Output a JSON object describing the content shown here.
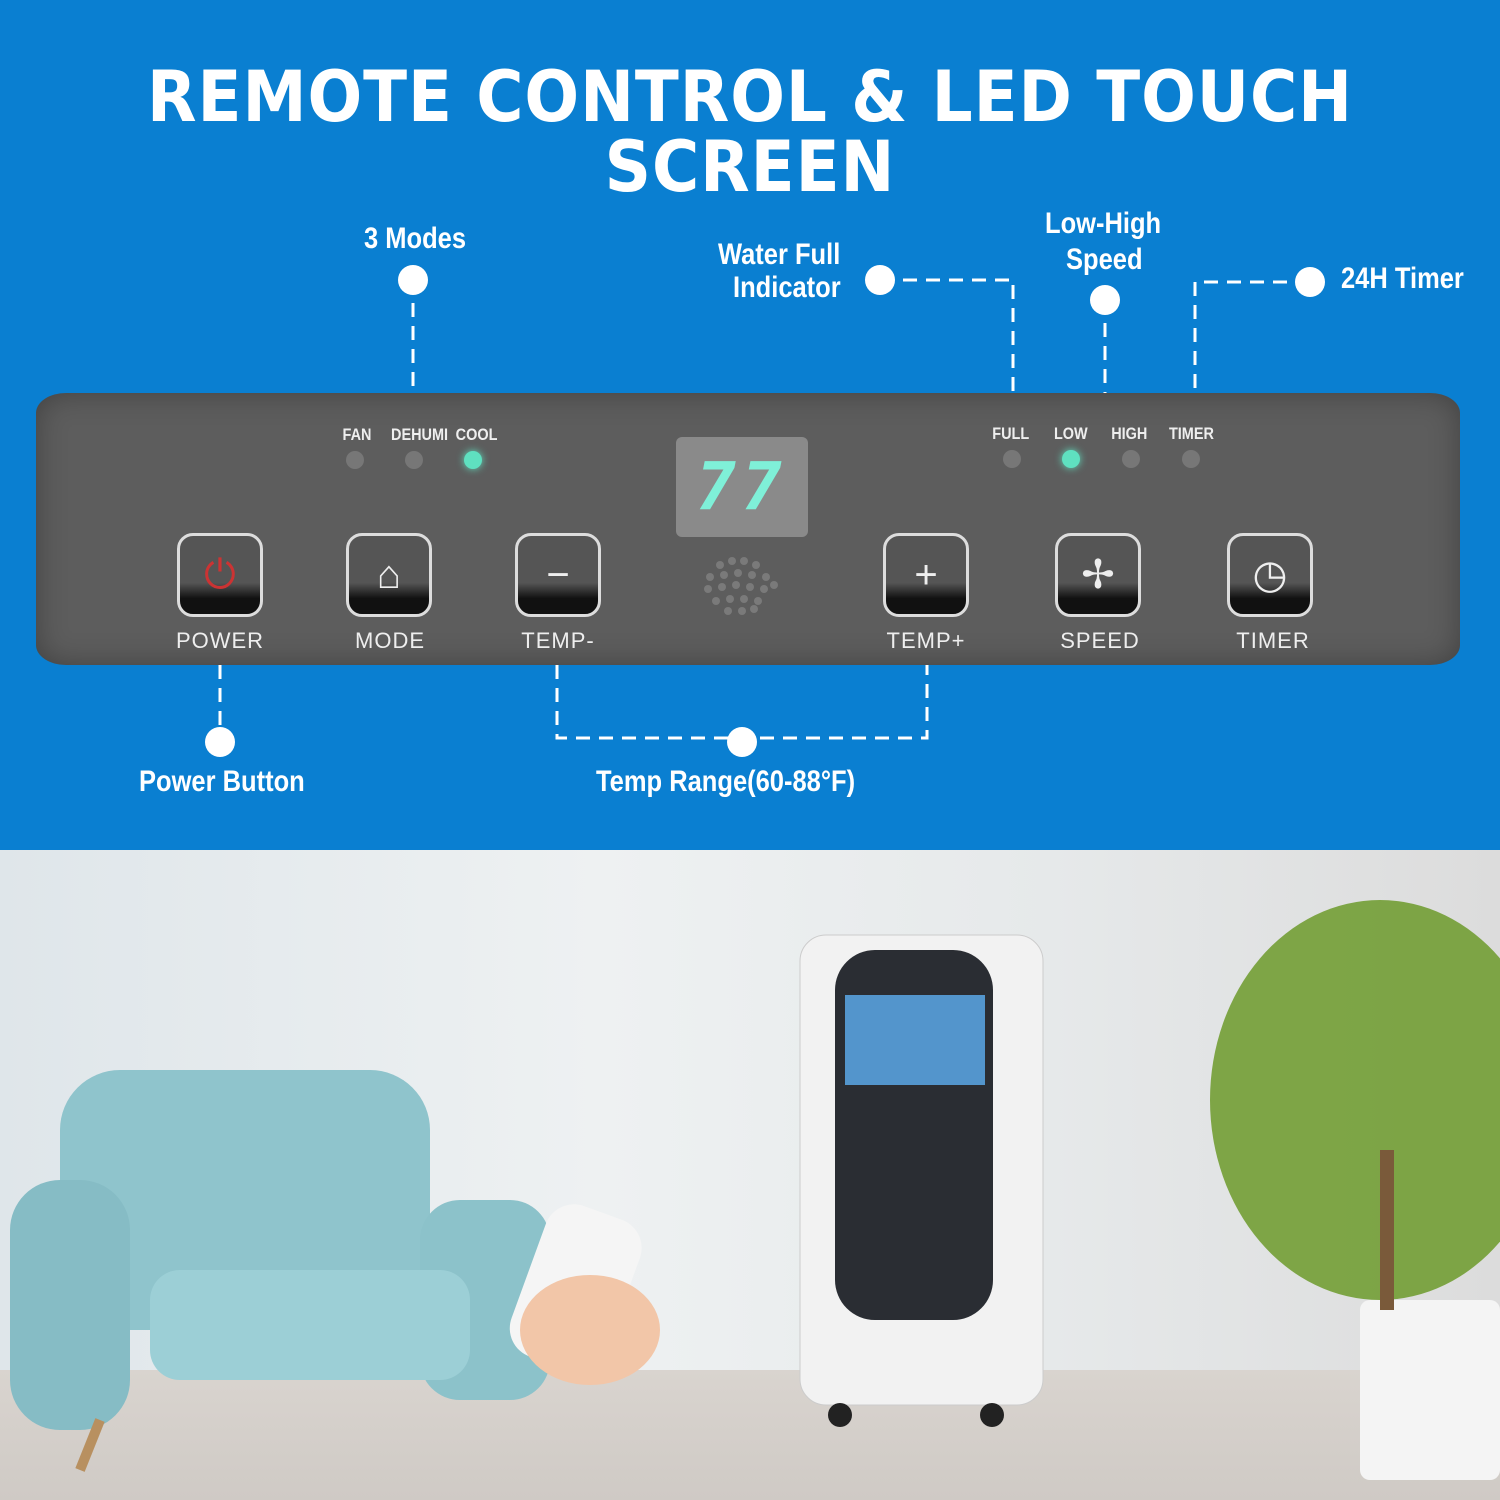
{
  "title": "REMOTE CONTROL & LED TOUCH SCREEN",
  "callouts": {
    "modes": "3 Modes",
    "water_full": "Water Full",
    "indicator": "Indicator",
    "low_high": "Low-High",
    "speed": "Speed",
    "timer": "24H Timer",
    "power": "Power Button",
    "temp_range": "Temp Range(60-88°F)"
  },
  "panel": {
    "indicators": {
      "fan": "FAN",
      "dehumi": "DEHUMI",
      "cool": "COOL",
      "full": "FULL",
      "low": "LOW",
      "high": "HIGH",
      "timer": "TIMER"
    },
    "display": "77",
    "buttons": {
      "power": "POWER",
      "mode": "MODE",
      "temp_minus": "TEMP-",
      "temp_plus": "TEMP+",
      "speed": "SPEED",
      "timer": "TIMER"
    }
  },
  "colors": {
    "background": "#0a7fd1",
    "panel": "#5d5d5d",
    "led_on": "#5fe0c0"
  }
}
